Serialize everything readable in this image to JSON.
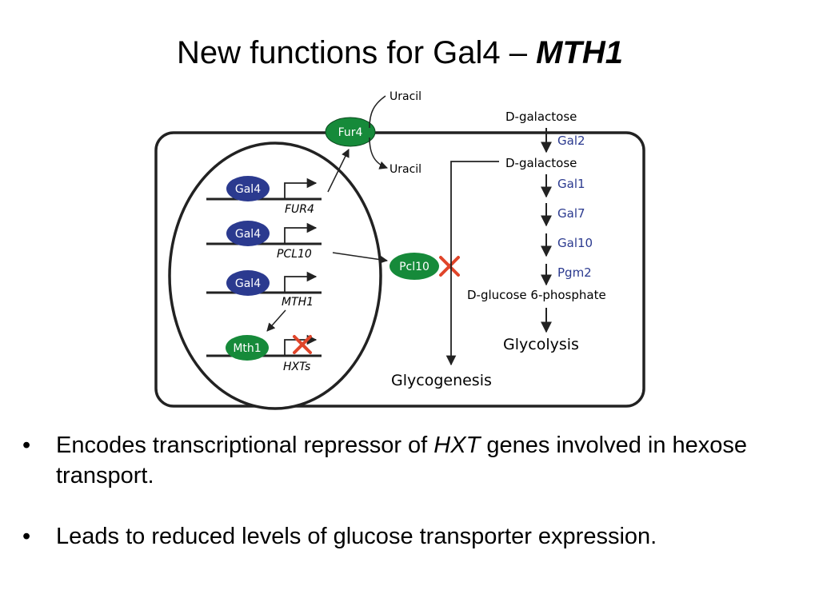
{
  "title": {
    "prefix": "New functions for Gal4 – ",
    "gene": "MTH1"
  },
  "diagram": {
    "uracil_top": "Uracil",
    "uracil_bottom": "Uracil",
    "fur4": "Fur4",
    "gal4": "Gal4",
    "genes": [
      "FUR4",
      "PCL10",
      "MTH1",
      "HXTs"
    ],
    "mth1": "Mth1",
    "pcl10": "Pcl10",
    "dgal_out": "D-galactose",
    "gal2": "Gal2",
    "dgal_in": "D-galactose",
    "enzymes": [
      "Gal1",
      "Gal7",
      "Gal10",
      "Pgm2"
    ],
    "g6p": "D-glucose 6-phosphate",
    "glycolysis": "Glycolysis",
    "glycogenesis": "Glycogenesis",
    "colors": {
      "blue_oval": "#2b3a8f",
      "green_oval": "#168a3a",
      "enzyme_text": "#2b3a8f",
      "cross": "#e0452a",
      "line": "#222222"
    }
  },
  "bullets": [
    {
      "before": "Encodes transcriptional repressor of ",
      "italic": "HXT",
      "after": " genes involved in hexose transport."
    },
    {
      "before": "Leads to reduced levels of glucose transporter expression.",
      "italic": "",
      "after": ""
    }
  ]
}
